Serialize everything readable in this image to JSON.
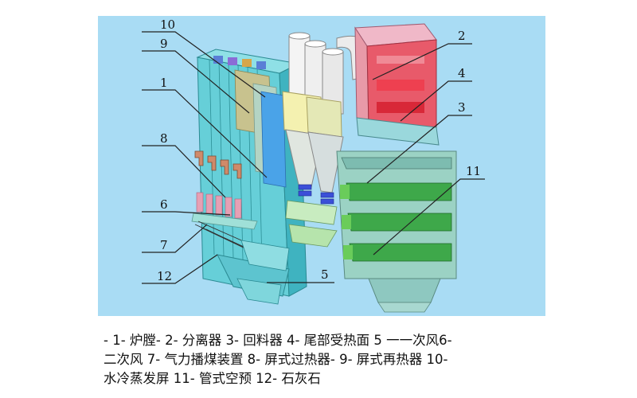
{
  "diagram": {
    "background_color": "#a9dcf4",
    "callouts": [
      "1",
      "2",
      "3",
      "4",
      "5",
      "6",
      "7",
      "8",
      "9",
      "10",
      "11",
      "12"
    ]
  },
  "caption": {
    "lines": [
      " - 1- 炉膛- 2- 分离器  3- 回料器 4- 尾部受热面 5 一一次风6-",
      "二次风 7- 气力播煤装置  8- 屏式过热器- 9- 屏式再热器  10-",
      "水冷蒸发屏  11- 管式空预   12- 石灰石"
    ]
  }
}
